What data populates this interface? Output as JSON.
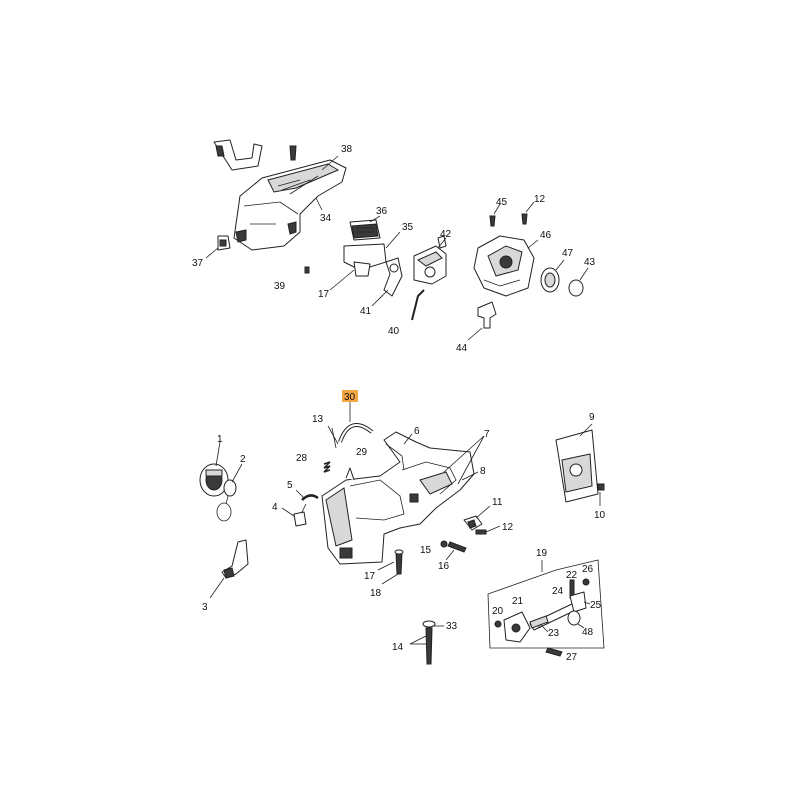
{
  "diagram": {
    "callouts": {
      "c38": "38",
      "c34": "34",
      "c37": "37",
      "c36": "36",
      "c35": "35",
      "c17a": "17",
      "c39": "39",
      "c41": "41",
      "c42": "42",
      "c40": "40",
      "c45": "45",
      "c12a": "12",
      "c46": "46",
      "c47": "47",
      "c43": "43",
      "c44": "44",
      "c30": "30",
      "c13": "13",
      "c29": "29",
      "c28": "28",
      "c6": "6",
      "c7": "7",
      "c8": "8",
      "c1": "1",
      "c2": "2",
      "c5": "5",
      "c4": "4",
      "c3": "3",
      "c11": "11",
      "c12b": "12",
      "c15": "15",
      "c16": "16",
      "c17b": "17",
      "c18": "18",
      "c9": "9",
      "c10": "10",
      "c19": "19",
      "c22": "22",
      "c26": "26",
      "c24": "24",
      "c25": "25",
      "c20": "20",
      "c21": "21",
      "c23": "23",
      "c48": "48",
      "c14": "14",
      "c33": "33",
      "c27": "27"
    },
    "highlight_color": "#f4a640"
  }
}
